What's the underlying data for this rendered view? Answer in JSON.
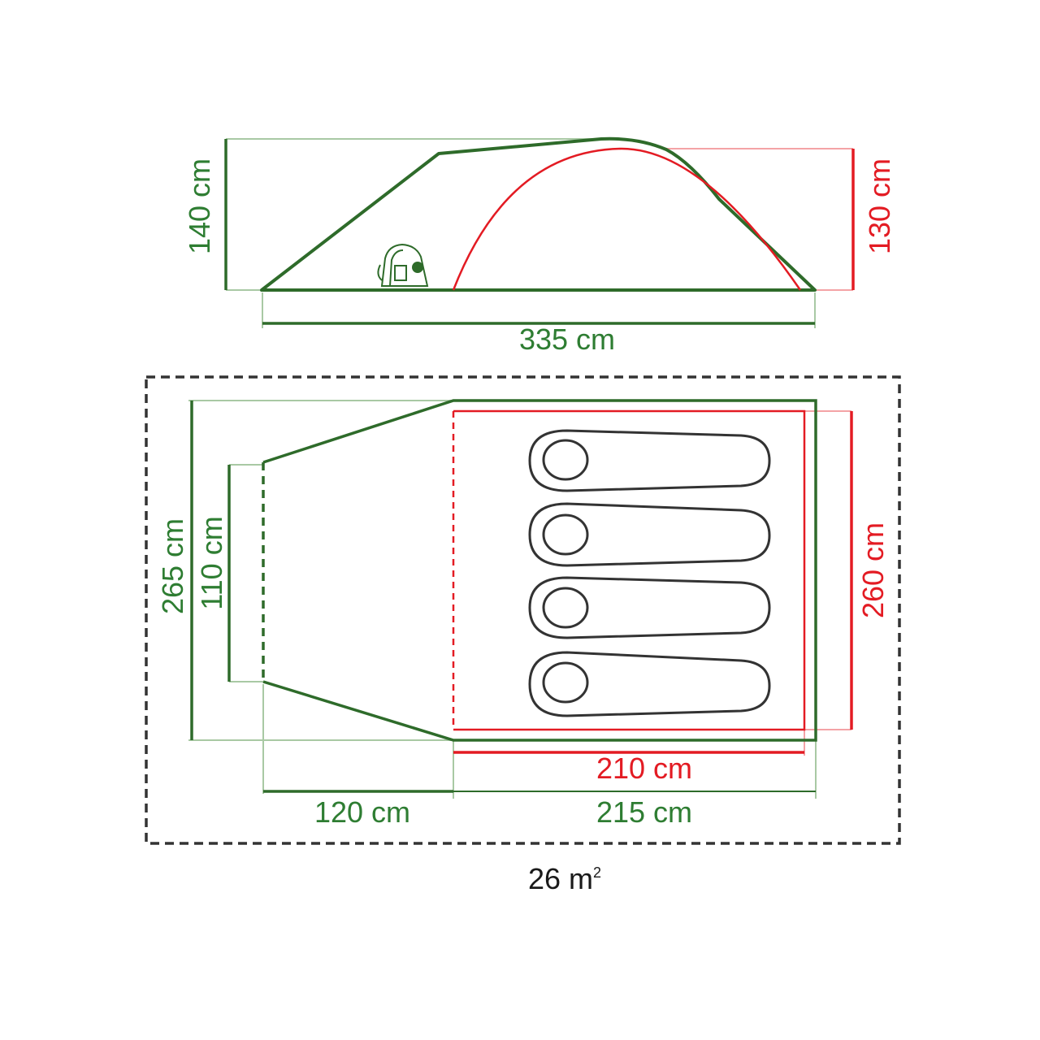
{
  "colors": {
    "outer_tent": "#2e6b2a",
    "inner_tent": "#e31b23",
    "guide_lines": "#a9c9a4",
    "bags": "#333333",
    "footprint": "#333333",
    "background": "#ffffff"
  },
  "icons": [
    "backpack-icon",
    "sleeping-bag-icon"
  ],
  "side_view": {
    "height_outer": "140 cm",
    "height_inner": "130 cm",
    "length": "335 cm"
  },
  "top_view": {
    "width_outer": "265 cm",
    "width_entrance": "110 cm",
    "width_inner": "260 cm",
    "length_inner": "210 cm",
    "length_porch": "120 cm",
    "length_bedroom": "215 cm",
    "sleeping_bags": 4
  },
  "area": {
    "value": "26 m",
    "superscript": "2"
  }
}
